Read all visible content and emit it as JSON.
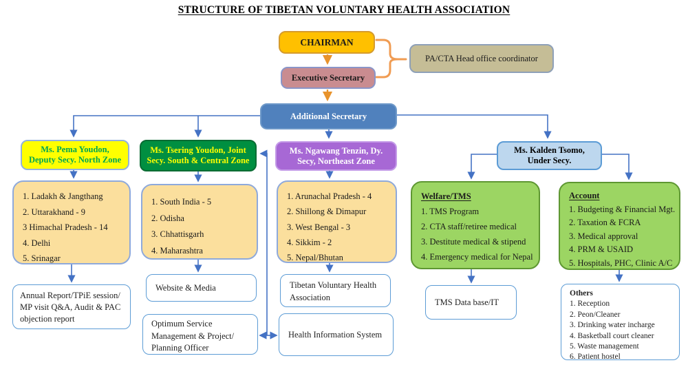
{
  "title": "STRUCTURE OF TIBETAN VOLUNTARY HEALTH ASSOCIATION",
  "executive": {
    "chairman": "CHAIRMAN",
    "pa_cta_coordinator": "PA/CTA Head office coordinator",
    "executive_secretary": "Executive Secretary",
    "additional_secretary": "Additional Secretary"
  },
  "zones": {
    "north": {
      "head": "Ms. Pema Youdon,\nDeputy Secy. North Zone",
      "regions": [
        "1. Ladakh & Jangthang",
        "2. Uttarakhand - 9",
        "3 Himachal Pradesh - 14",
        "4. Delhi",
        "5. Srinagar"
      ],
      "report": "Annual Report/TPiE session/\nMP visit Q&A, Audit & PAC\nobjection report"
    },
    "south_central": {
      "head": "Ms. Tsering Youdon, Joint\nSecy. South & Central Zone",
      "regions": [
        "1. South India - 5",
        "2. Odisha",
        "3. Chhattisgarh",
        "4. Maharashtra"
      ],
      "website_media": "Website & Media",
      "service_officer": "Optimum Service\nManagement & Project/\nPlanning Officer"
    },
    "northeast": {
      "head": "Ms. Ngawang Tenzin, Dy.\nSecy, Northeast Zone",
      "regions": [
        "1. Arunachal Pradesh - 4",
        "2. Shillong & Dimapur",
        "3. West Bengal - 3",
        "4. Sikkim - 2",
        "5. Nepal/Bhutan"
      ],
      "tvha": "Tibetan Voluntary Health\nAssociation",
      "his": "Health Information System"
    },
    "under_secretary": {
      "head": "Ms. Kalden Tsomo,\nUnder Secy.",
      "welfare": {
        "header": "Welfare/TMS",
        "items": [
          "1. TMS Program",
          "2. CTA staff/retiree medical",
          "3. Destitute medical & stipend",
          "4. Emergency medical for Nepal"
        ]
      },
      "account": {
        "header": "Account",
        "items": [
          "1. Budgeting & Financial Mgt.",
          "2. Taxation & FCRA",
          "3. Medical approval",
          "4. PRM & USAID",
          "5. Hospitals, PHC, Clinic A/C"
        ]
      },
      "tms_database": "TMS Data base/IT",
      "others": {
        "header": "Others",
        "items": [
          "1. Reception",
          "2. Peon/Cleaner",
          "3. Drinking water incharge",
          "4. Basketball court cleaner",
          "5. Waste management",
          "6. Patient hostel"
        ]
      }
    }
  },
  "colors": {
    "connector_blue": "#4472C4",
    "connector_orange": "#E8932C",
    "brace_orange": "#F09C53",
    "chairman_fill": "#FFC000",
    "executive_secretary_fill": "#C98C90",
    "pa_cta_fill": "#C5BD96",
    "additional_secretary_fill": "#5081BD",
    "north_fill": "#FFFF00",
    "north_text": "#00A651",
    "south_fill": "#008F41",
    "south_text": "#FFFF00",
    "northeast_fill": "#A768D5",
    "under_secretary_fill": "#BDD7EE",
    "region_list_fill": "#FBDF9D",
    "green_list_fill": "#9CD563",
    "white_box_border": "#5B9BD5"
  }
}
